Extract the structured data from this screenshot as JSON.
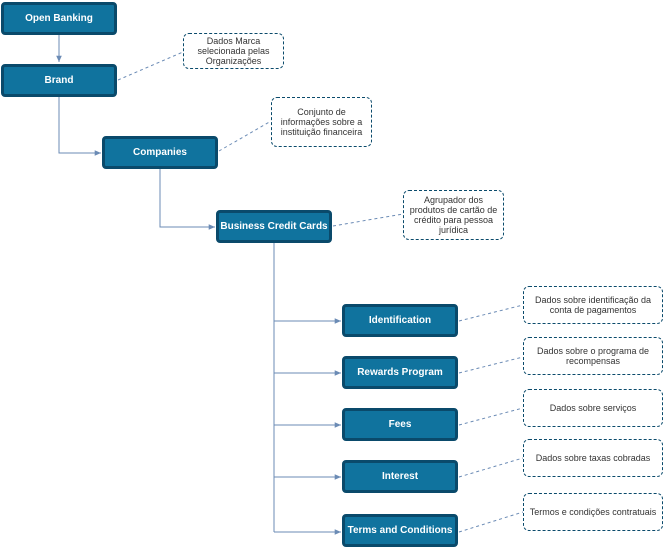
{
  "colors": {
    "node_fill": "#10739e",
    "node_border": "#0a4a6b",
    "connector": "#6b8bb5",
    "note_border": "#0a4a6b"
  },
  "nodes": {
    "open_banking": "Open Banking",
    "brand": "Brand",
    "companies": "Companies",
    "business_credit_cards": "Business Credit Cards",
    "identification": "Identification",
    "rewards_program": "Rewards Program",
    "fees": "Fees",
    "interest": "Interest",
    "terms_and_conditions": "Terms and Conditions"
  },
  "notes": {
    "brand": "Dados Marca selecionada pelas Organizações",
    "companies": "Conjunto de informações sobre a instituição financeira",
    "business_credit_cards": "Agrupador dos produtos de cartão de crédito para pessoa jurídica",
    "identification": "Dados sobre identificação da conta de pagamentos",
    "rewards_program": "Dados sobre o programa de recompensas",
    "fees": "Dados sobre serviços",
    "interest": "Dados sobre taxas cobradas",
    "terms_and_conditions": "Termos e condições contratuais"
  }
}
